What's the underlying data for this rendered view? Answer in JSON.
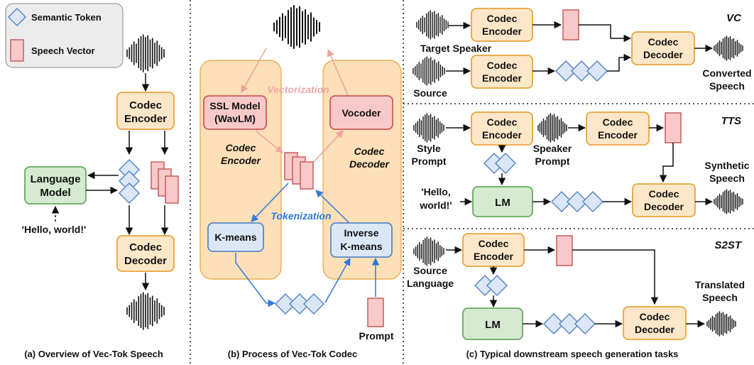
{
  "legend": {
    "semantic_token": "Semantic Token",
    "speech_vector": "Speech Vector"
  },
  "panel_a": {
    "caption": "(a) Overview of Vec-Tok Speech",
    "codec_encoder": [
      "Codec",
      "Encoder"
    ],
    "codec_decoder": [
      "Codec",
      "Decoder"
    ],
    "language_model": [
      "Language",
      "Model"
    ],
    "text_input": "'Hello, world!'"
  },
  "panel_b": {
    "caption": "(b) Process of Vec-Tok Codec",
    "ssl_model": [
      "SSL Model",
      "(WavLM)"
    ],
    "vocoder": "Vocoder",
    "kmeans": "K-means",
    "inverse_kmeans": [
      "Inverse",
      "K-means"
    ],
    "codec_encoder": [
      "Codec",
      "Encoder"
    ],
    "codec_decoder": [
      "Codec",
      "Decoder"
    ],
    "vectorization": "Vectorization",
    "tokenization": "Tokenization",
    "prompt": "Prompt"
  },
  "panel_c": {
    "caption": "(c) Typical  downstream speech generation tasks",
    "vc": {
      "tag": "VC",
      "encoder1": [
        "Codec",
        "Encoder"
      ],
      "encoder2": [
        "Codec",
        "Encoder"
      ],
      "decoder": [
        "Codec",
        "Decoder"
      ],
      "target_speaker": "Target Speaker",
      "source": "Source",
      "output": [
        "Converted",
        "Speech"
      ]
    },
    "tts": {
      "tag": "TTS",
      "encoder1": [
        "Codec",
        "Encoder"
      ],
      "encoder2": [
        "Codec",
        "Encoder"
      ],
      "decoder": [
        "Codec",
        "Decoder"
      ],
      "lm": "LM",
      "style_prompt": [
        "Style",
        "Prompt"
      ],
      "speaker_prompt": [
        "Speaker",
        "Prompt"
      ],
      "text": [
        "'Hello,",
        "world!'"
      ],
      "output": [
        "Synthetic",
        "Speech"
      ]
    },
    "s2st": {
      "tag": "S2ST",
      "encoder": [
        "Codec",
        "Encoder"
      ],
      "decoder": [
        "Codec",
        "Decoder"
      ],
      "lm": "LM",
      "source": [
        "Source",
        "Language"
      ],
      "output": [
        "Translated",
        "Speech"
      ]
    }
  },
  "colors": {
    "orange_fill": "#fde7c8",
    "orange_stroke": "#e8a43c",
    "pink_fill": "#f8c9c9",
    "pink_stroke": "#c95a5a",
    "blue_fill": "#dbe7f7",
    "blue_stroke": "#5b86c5",
    "green_fill": "#d5ead0",
    "green_stroke": "#6aa860",
    "panel_bg": "#fde0b8",
    "blue_arrow": "#2f78d8",
    "pink_arrow": "#f0a0a0"
  }
}
